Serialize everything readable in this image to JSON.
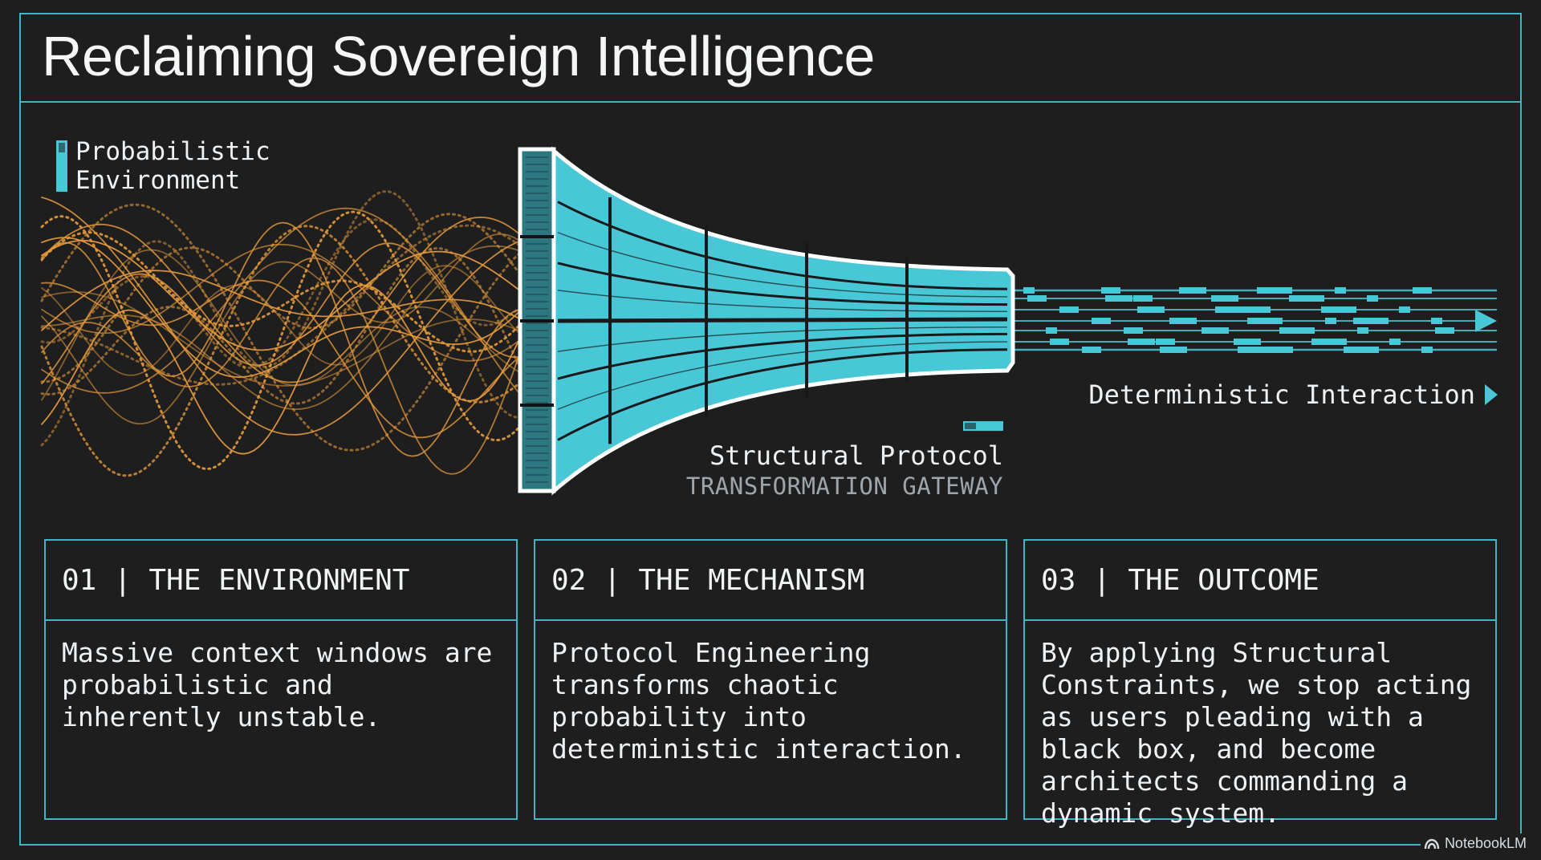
{
  "title": "Reclaiming Sovereign Intelligence",
  "diagram": {
    "environment_label": "Probabilistic\nEnvironment",
    "protocol_label": "Structural Protocol",
    "protocol_sublabel": "TRANSFORMATION GATEWAY",
    "outcome_label": "Deterministic Interaction"
  },
  "colors": {
    "accent": "#48c7d6",
    "wave": "#e59a3c",
    "background": "#1e1e1f",
    "frame": "#3fb6c4"
  },
  "cards": [
    {
      "heading": "01 | THE ENVIRONMENT",
      "text": "Massive context windows are probabilistic and inherently unstable."
    },
    {
      "heading": "02 | THE MECHANISM",
      "text": "Protocol Engineering transforms chaotic probability into deterministic interaction."
    },
    {
      "heading": "03 | THE OUTCOME",
      "text": "By applying Structural Constraints, we stop acting as users pleading with a black box, and become architects commanding a dynamic system."
    }
  ],
  "brand": {
    "name": "NotebookLM",
    "icon": "notebooklm-logo-icon"
  }
}
